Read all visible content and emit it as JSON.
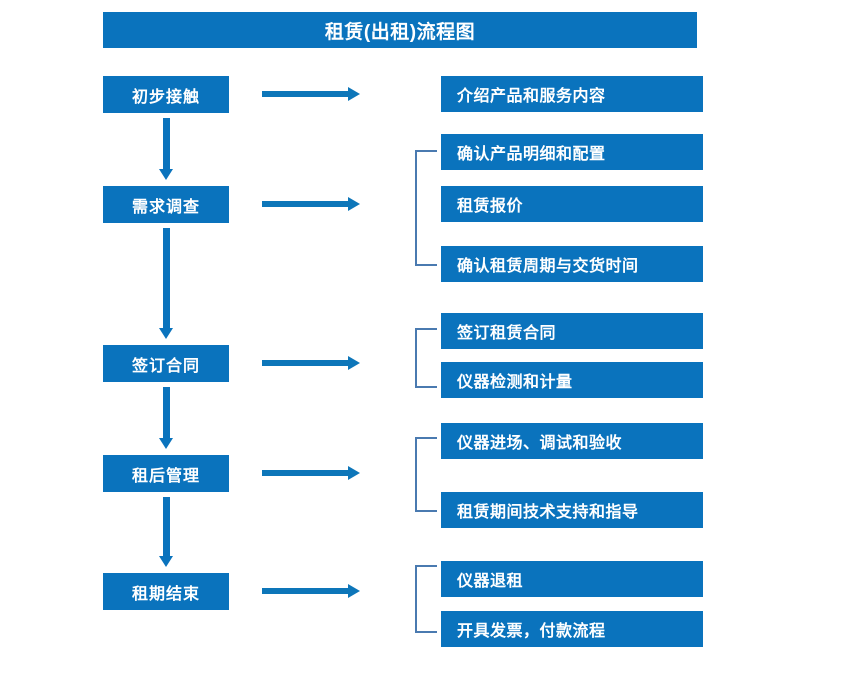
{
  "diagram": {
    "title": "租赁(出租)流程图",
    "colors": {
      "primary_blue": "#0a73bd",
      "arrow_blue": "#0d76b9",
      "bracket_blue": "#4a7ab0",
      "background": "#ffffff",
      "text": "#ffffff"
    },
    "stages": [
      {
        "label": "初步接触"
      },
      {
        "label": "需求调查"
      },
      {
        "label": "签订合同"
      },
      {
        "label": "租后管理"
      },
      {
        "label": "租期结束"
      }
    ],
    "details": [
      {
        "label": "介绍产品和服务内容"
      },
      {
        "label": "确认产品明细和配置"
      },
      {
        "label": "租赁报价"
      },
      {
        "label": "确认租赁周期与交货时间"
      },
      {
        "label": "签订租赁合同"
      },
      {
        "label": "仪器检测和计量"
      },
      {
        "label": "仪器进场、调试和验收"
      },
      {
        "label": "租赁期间技术支持和指导"
      },
      {
        "label": "仪器退租"
      },
      {
        "label": "开具发票，付款流程"
      }
    ]
  }
}
